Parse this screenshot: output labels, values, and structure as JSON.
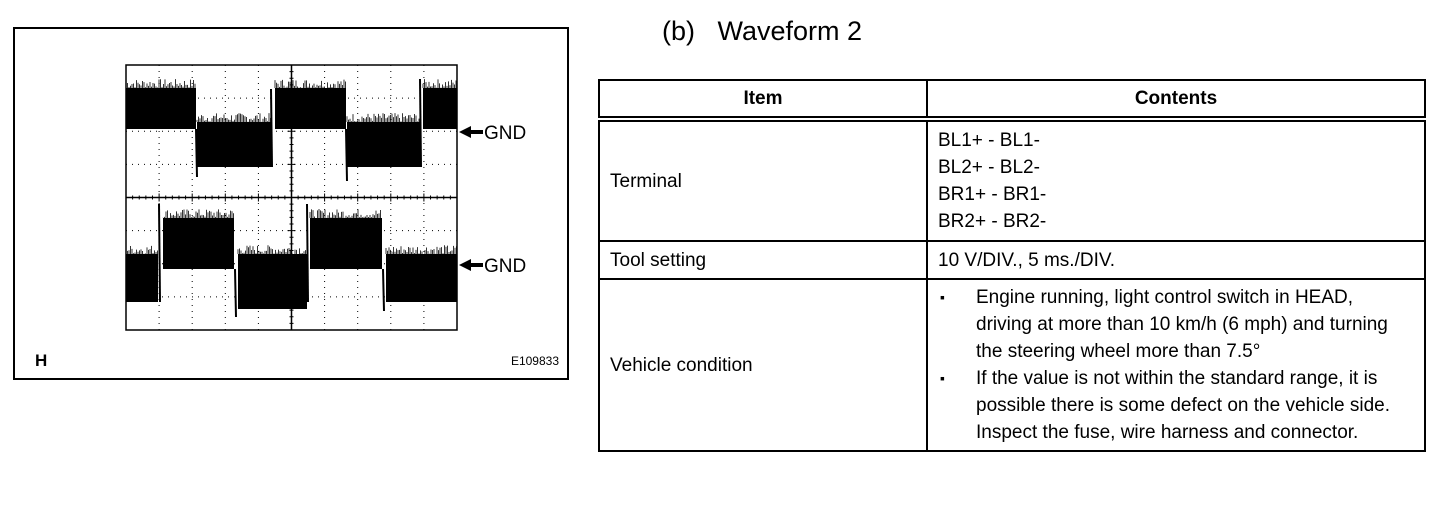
{
  "figure": {
    "gnd_label_top": "GND",
    "gnd_label_bottom": "GND",
    "letter": "H",
    "code": "E109833"
  },
  "heading": {
    "label": "(b)",
    "title": "Waveform 2"
  },
  "table": {
    "headers": {
      "item": "Item",
      "contents": "Contents"
    },
    "rows": {
      "terminal": {
        "item": "Terminal",
        "lines": [
          "BL1+ - BL1-",
          "BL2+ - BL2-",
          "BR1+ - BR1-",
          "BR2+ - BR2-"
        ]
      },
      "tool": {
        "item": "Tool setting",
        "contents": "10 V/DIV., 5 ms./DIV."
      },
      "vehicle": {
        "item": "Vehicle condition",
        "bullets": [
          "Engine running, light control switch in HEAD, driving at more than 10 km/h (6 mph) and turning the steering wheel more than 7.5°",
          "If the value is not within the standard range, it is possible there is some defect on the vehicle side. Inspect the fuse, wire harness and connector."
        ]
      }
    }
  },
  "bullet_glyph": "▪"
}
